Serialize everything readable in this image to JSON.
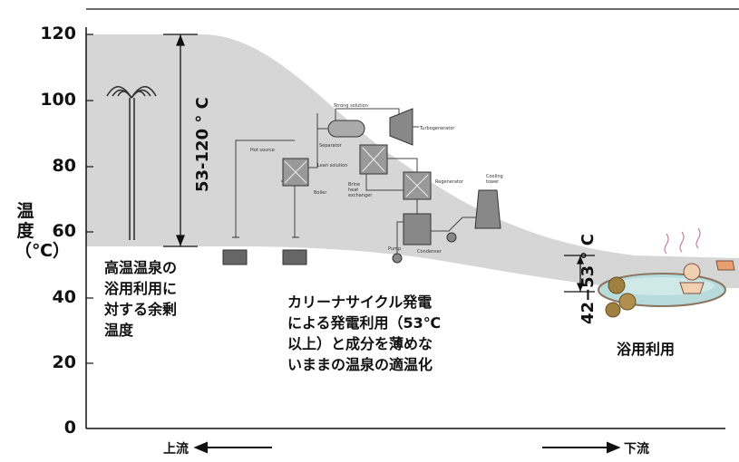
{
  "axis": {
    "ylabel": "温度（℃）",
    "yticks": [
      "120",
      "100",
      "80",
      "60",
      "40",
      "20",
      "0"
    ]
  },
  "range_high": "53-120 ° C",
  "range_low": "42−53 ° C",
  "notes": {
    "left": "高温温泉の\n浴用利用に\n対する余剰\n温度",
    "center": "カリーナサイクル発電\nによる発電利用（53℃\n以上）と成分を薄めな\nいままの温泉の適温化",
    "right": "浴用利用"
  },
  "direction": {
    "upstream": "上流",
    "downstream": "下流"
  },
  "plant_labels": {
    "strong_solution": "Strong solution",
    "turbogenerator": "Turbogenerator",
    "separator": "Separator",
    "hot_source": "Hot source",
    "lean_solution": "Lean solution",
    "boiler": "Boiler",
    "brine_heat_exchanger": "Brine\nheat\nexchanger",
    "regenerator": "Regenerator",
    "cooling_tower": "Cooling\ntower",
    "pump": "Pump",
    "condenser": "Condenser"
  },
  "colors": {
    "band": "#d6d6d6",
    "axis": "#111111",
    "pipe": "#555555",
    "water": "#b8dcdc"
  }
}
